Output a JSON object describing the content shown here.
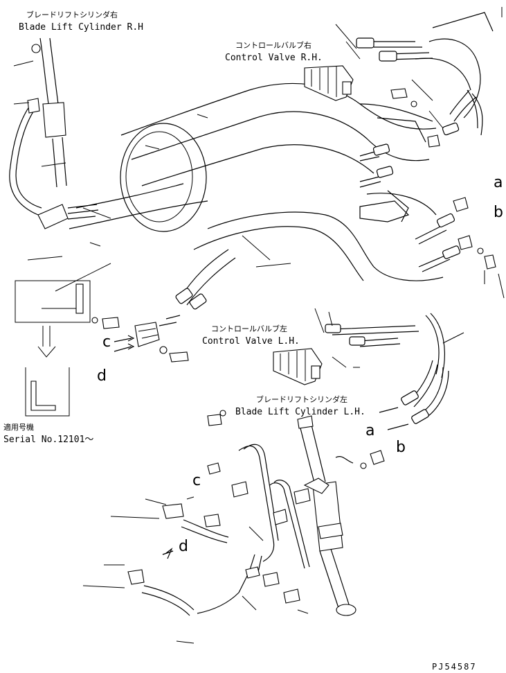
{
  "labels": {
    "blade_lift_rh_jp": "ブレードリフトシリンダ右",
    "blade_lift_rh_en": "Blade Lift Cylinder R.H",
    "control_valve_rh_jp": "コントロールバルブ右",
    "control_valve_rh_en": "Control Valve R.H.",
    "control_valve_lh_jp": "コントロールバルブ左",
    "control_valve_lh_en": "Control Valve L.H.",
    "blade_lift_lh_jp": "ブレードリフトシリンダ左",
    "blade_lift_lh_en": "Blade Lift Cylinder L.H.",
    "serial_jp": "適用号機",
    "serial_en": "Serial No.12101～",
    "a_upper": "a",
    "b_upper": "b",
    "a_lower": "a",
    "b_lower": "b",
    "c_upper": "c",
    "d_upper": "d",
    "c_lower": "c",
    "d_lower": "d",
    "drawing_code": "PJ54587"
  },
  "colors": {
    "ink": "#000000",
    "paper": "#ffffff"
  }
}
